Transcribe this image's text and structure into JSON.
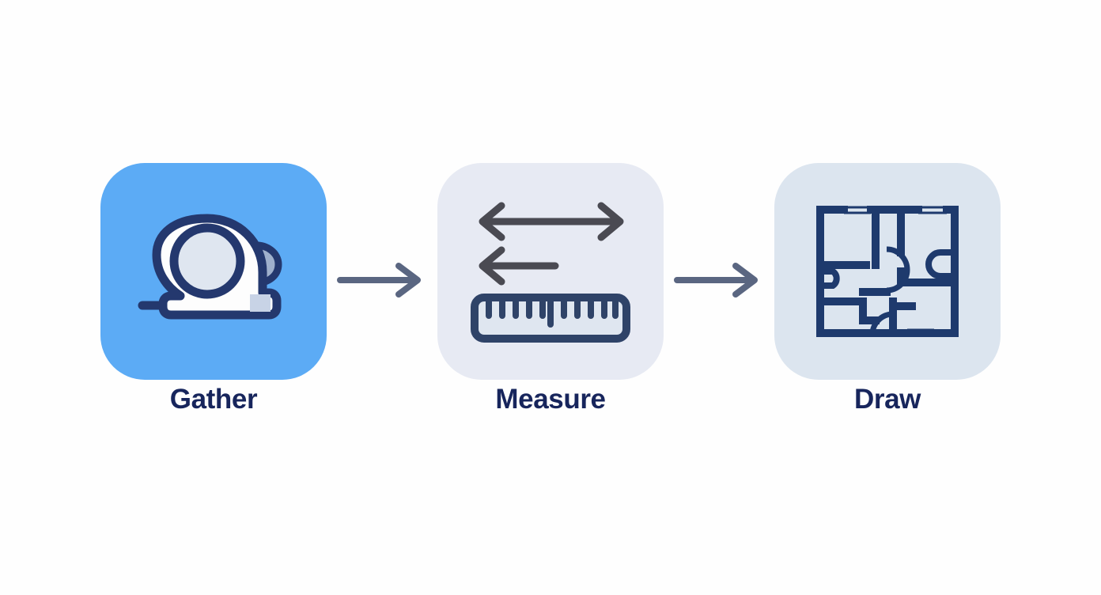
{
  "page": {
    "background_color": "#fefefe",
    "type": "three-step process flow diagram",
    "orientation": "horizontal"
  },
  "theme": {
    "accent_blue": "#5cabf5",
    "card_neutral": "#e7eaf3",
    "card_cool": "#dce5ef",
    "ink_navy": "#17255c",
    "line_navy": "#1e3a6d",
    "arrow_slate": "#5a6681",
    "arrow_dark": "#4a4a52",
    "icon_fill_white": "#fdfdfd",
    "icon_fill_pale": "#dfe6f0"
  },
  "flow": {
    "steps": [
      {
        "id": "gather",
        "label": "Gather",
        "card_color": "#5cabf5",
        "icon": "tape-measure-icon",
        "order": 1
      },
      {
        "id": "measure",
        "label": "Measure",
        "card_color": "#e7eaf3",
        "icon": "ruler-and-dimension-arrows-icon",
        "order": 2
      },
      {
        "id": "draw",
        "label": "Draw",
        "card_color": "#dce5ef",
        "icon": "floor-plan-icon",
        "order": 3
      }
    ],
    "connectors": [
      {
        "id": "connector-1",
        "icon": "arrow-right-icon",
        "from": "gather",
        "to": "measure"
      },
      {
        "id": "connector-2",
        "icon": "arrow-right-icon",
        "from": "measure",
        "to": "draw"
      }
    ]
  },
  "icon_details": {
    "measure": {
      "arrow_double_headed": "double-arrow-left-right",
      "arrow_single_headed": "arrow-left",
      "ruler_tick_count": 11,
      "ruler_long_tick_index": 6
    },
    "draw": {
      "rooms": 4,
      "doors": 2,
      "windows": 3,
      "fixtures": 3
    }
  }
}
